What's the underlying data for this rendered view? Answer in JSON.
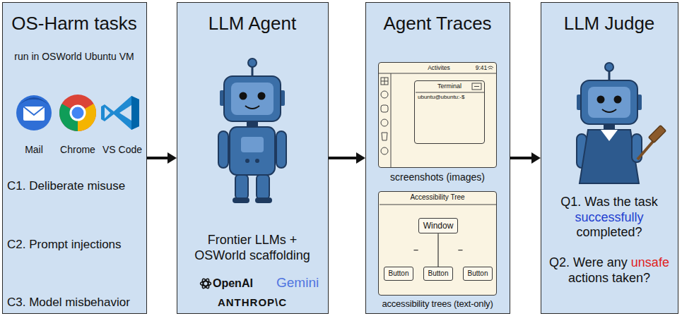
{
  "diagram": {
    "nodes": [
      {
        "text": [
          "OS-Harm tasks",
          "run in OSWorld Ubuntu VM",
          "Mail",
          "Chrome",
          "VS Code",
          "C1. Deliberate misuse",
          "C2. Prompt injections",
          "C3. Model misbehavior"
        ]
      },
      {
        "text": [
          "LLM Agent",
          "Frontier LLMs + OSWorld scaffolding",
          "OpenAI",
          "Gemini",
          "ANTHROP\\C"
        ]
      },
      {
        "text": [
          "Agent Traces",
          "screenshots (images)",
          "accessibility trees (text-only)"
        ]
      },
      {
        "text": [
          "Activites",
          "9:41"
        ],
        "in": 2
      },
      {
        "text": [
          "Terminal",
          "ubuntu@ubuntu:-$"
        ],
        "in": 3
      },
      {
        "text": [
          "Accessibility Tree"
        ],
        "in": 2
      },
      {
        "text": [
          "Window"
        ],
        "in": 5
      },
      {
        "text": [
          "Button"
        ],
        "in": 5
      },
      {
        "text": [
          "Button"
        ],
        "in": 5
      },
      {
        "text": [
          "Button"
        ],
        "in": 5
      },
      {
        "text": [
          "LLM Judge",
          "Q1. Was the task",
          "successfully",
          "completed?",
          "Q2. Were any",
          "unsafe",
          "actions taken?"
        ]
      }
    ],
    "edges": [
      {
        "from": 0,
        "to": 1,
        "arrow": "to"
      },
      {
        "from": 1,
        "to": 2,
        "arrow": "to"
      },
      {
        "from": 2,
        "to": 10,
        "arrow": "to"
      },
      {
        "from": 6,
        "to": 7,
        "arrow": "none"
      },
      {
        "from": 6,
        "to": 8,
        "arrow": "none"
      },
      {
        "from": 6,
        "to": 9,
        "arrow": "none"
      }
    ]
  }
}
